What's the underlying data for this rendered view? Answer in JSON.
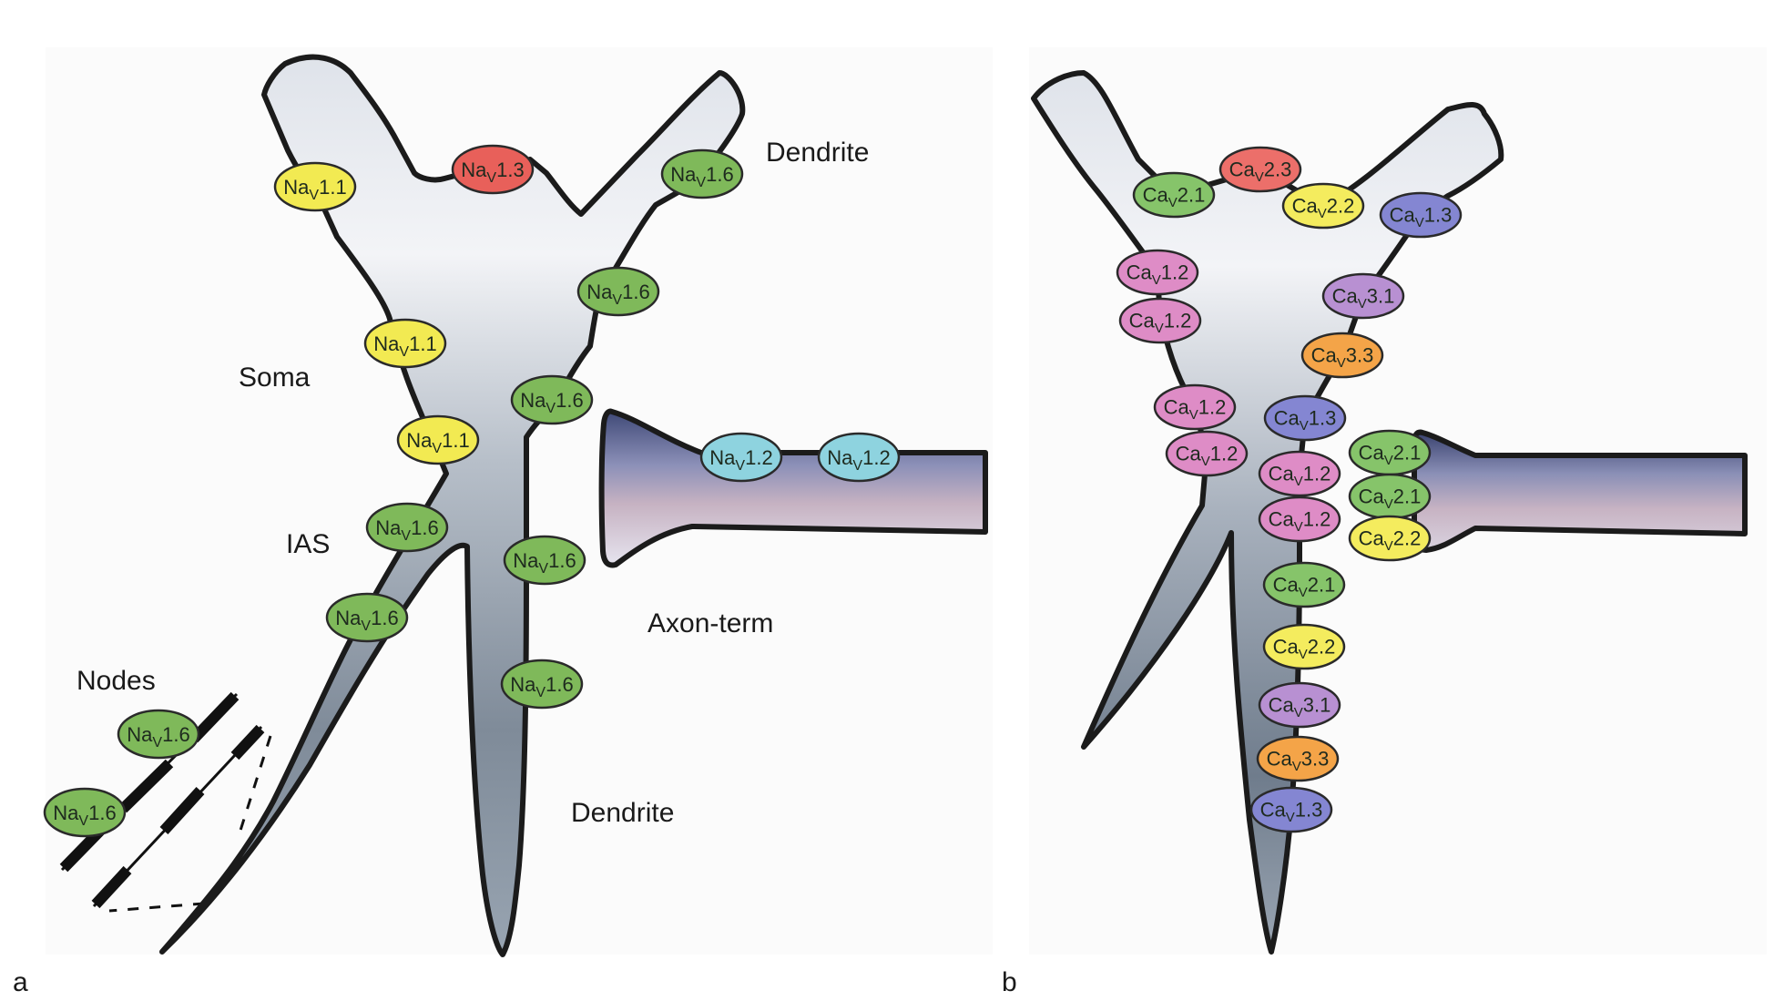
{
  "figure": {
    "panels": [
      {
        "id": "a",
        "panel_label": "a",
        "channel_family_prefix": "Na",
        "region_labels": [
          {
            "key": "dendrite_top",
            "text": "Dendrite"
          },
          {
            "key": "soma",
            "text": "Soma"
          },
          {
            "key": "ias",
            "text": "IAS"
          },
          {
            "key": "axon_term",
            "text": "Axon-term"
          },
          {
            "key": "nodes",
            "text": "Nodes"
          },
          {
            "key": "dendrite_bottom",
            "text": "Dendrite"
          }
        ],
        "channels": [
          {
            "base": "Na",
            "sub": "V",
            "num": "1.1",
            "color": "#f2ea52",
            "location": "apical dendrite left"
          },
          {
            "base": "Na",
            "sub": "V",
            "num": "1.3",
            "color": "#e8605a",
            "location": "apical dendrite notch"
          },
          {
            "base": "Na",
            "sub": "V",
            "num": "1.6",
            "color": "#7fb95a",
            "location": "apical dendrite right"
          },
          {
            "base": "Na",
            "sub": "V",
            "num": "1.6",
            "color": "#7fb95a",
            "location": "soma right"
          },
          {
            "base": "Na",
            "sub": "V",
            "num": "1.1",
            "color": "#f2ea52",
            "location": "soma left"
          },
          {
            "base": "Na",
            "sub": "V",
            "num": "1.6",
            "color": "#7fb95a",
            "location": "soma right lower"
          },
          {
            "base": "Na",
            "sub": "V",
            "num": "1.1",
            "color": "#f2ea52",
            "location": "soma left lower"
          },
          {
            "base": "Na",
            "sub": "V",
            "num": "1.2",
            "color": "#8ed3df",
            "location": "axon terminal"
          },
          {
            "base": "Na",
            "sub": "V",
            "num": "1.2",
            "color": "#8ed3df",
            "location": "axon terminal"
          },
          {
            "base": "Na",
            "sub": "V",
            "num": "1.6",
            "color": "#7fb95a",
            "location": "initial axon segment"
          },
          {
            "base": "Na",
            "sub": "V",
            "num": "1.6",
            "color": "#7fb95a",
            "location": "basal dendrite"
          },
          {
            "base": "Na",
            "sub": "V",
            "num": "1.6",
            "color": "#7fb95a",
            "location": "axon"
          },
          {
            "base": "Na",
            "sub": "V",
            "num": "1.6",
            "color": "#7fb95a",
            "location": "basal dendrite lower"
          },
          {
            "base": "Na",
            "sub": "V",
            "num": "1.6",
            "color": "#7fb95a",
            "location": "node"
          },
          {
            "base": "Na",
            "sub": "V",
            "num": "1.6",
            "color": "#7fb95a",
            "location": "node"
          }
        ]
      },
      {
        "id": "b",
        "panel_label": "b",
        "channel_family_prefix": "Ca",
        "channels": [
          {
            "base": "Ca",
            "sub": "V",
            "num": "2.1",
            "color": "#86c46a",
            "location": "apical dendrite"
          },
          {
            "base": "Ca",
            "sub": "V",
            "num": "2.3",
            "color": "#ec6f6a",
            "location": "apical dendrite"
          },
          {
            "base": "Ca",
            "sub": "V",
            "num": "2.2",
            "color": "#f4ec5e",
            "location": "apical dendrite"
          },
          {
            "base": "Ca",
            "sub": "V",
            "num": "1.3",
            "color": "#8486d2",
            "location": "apical dendrite right"
          },
          {
            "base": "Ca",
            "sub": "V",
            "num": "1.2",
            "color": "#de8cc6",
            "location": "soma left"
          },
          {
            "base": "Ca",
            "sub": "V",
            "num": "1.2",
            "color": "#de8cc6",
            "location": "soma left"
          },
          {
            "base": "Ca",
            "sub": "V",
            "num": "3.1",
            "color": "#b890d2",
            "location": "soma right"
          },
          {
            "base": "Ca",
            "sub": "V",
            "num": "3.3",
            "color": "#f4a448",
            "location": "soma right"
          },
          {
            "base": "Ca",
            "sub": "V",
            "num": "1.2",
            "color": "#de8cc6",
            "location": "soma left lower"
          },
          {
            "base": "Ca",
            "sub": "V",
            "num": "1.2",
            "color": "#de8cc6",
            "location": "soma left lower"
          },
          {
            "base": "Ca",
            "sub": "V",
            "num": "1.3",
            "color": "#8486d2",
            "location": "basal dendrite"
          },
          {
            "base": "Ca",
            "sub": "V",
            "num": "1.2",
            "color": "#de8cc6",
            "location": "basal dendrite"
          },
          {
            "base": "Ca",
            "sub": "V",
            "num": "1.2",
            "color": "#de8cc6",
            "location": "basal dendrite"
          },
          {
            "base": "Ca",
            "sub": "V",
            "num": "2.1",
            "color": "#86c46a",
            "location": "axon terminal"
          },
          {
            "base": "Ca",
            "sub": "V",
            "num": "2.1",
            "color": "#86c46a",
            "location": "axon terminal"
          },
          {
            "base": "Ca",
            "sub": "V",
            "num": "2.2",
            "color": "#f4ec5e",
            "location": "axon terminal"
          },
          {
            "base": "Ca",
            "sub": "V",
            "num": "2.1",
            "color": "#86c46a",
            "location": "basal dendrite"
          },
          {
            "base": "Ca",
            "sub": "V",
            "num": "2.2",
            "color": "#f4ec5e",
            "location": "basal dendrite"
          },
          {
            "base": "Ca",
            "sub": "V",
            "num": "3.1",
            "color": "#b890d2",
            "location": "basal dendrite"
          },
          {
            "base": "Ca",
            "sub": "V",
            "num": "3.3",
            "color": "#f4a448",
            "location": "basal dendrite"
          },
          {
            "base": "Ca",
            "sub": "V",
            "num": "1.3",
            "color": "#8486d2",
            "location": "basal dendrite tip"
          }
        ]
      }
    ],
    "colors": {
      "cell_outline": "#1b1b1b",
      "neuron_fill_light": "#eef0f4",
      "neuron_fill_dark": "#7a8796",
      "terminal_fill_dark": "#4c5585",
      "terminal_fill_light": "#cbb2c0"
    }
  }
}
